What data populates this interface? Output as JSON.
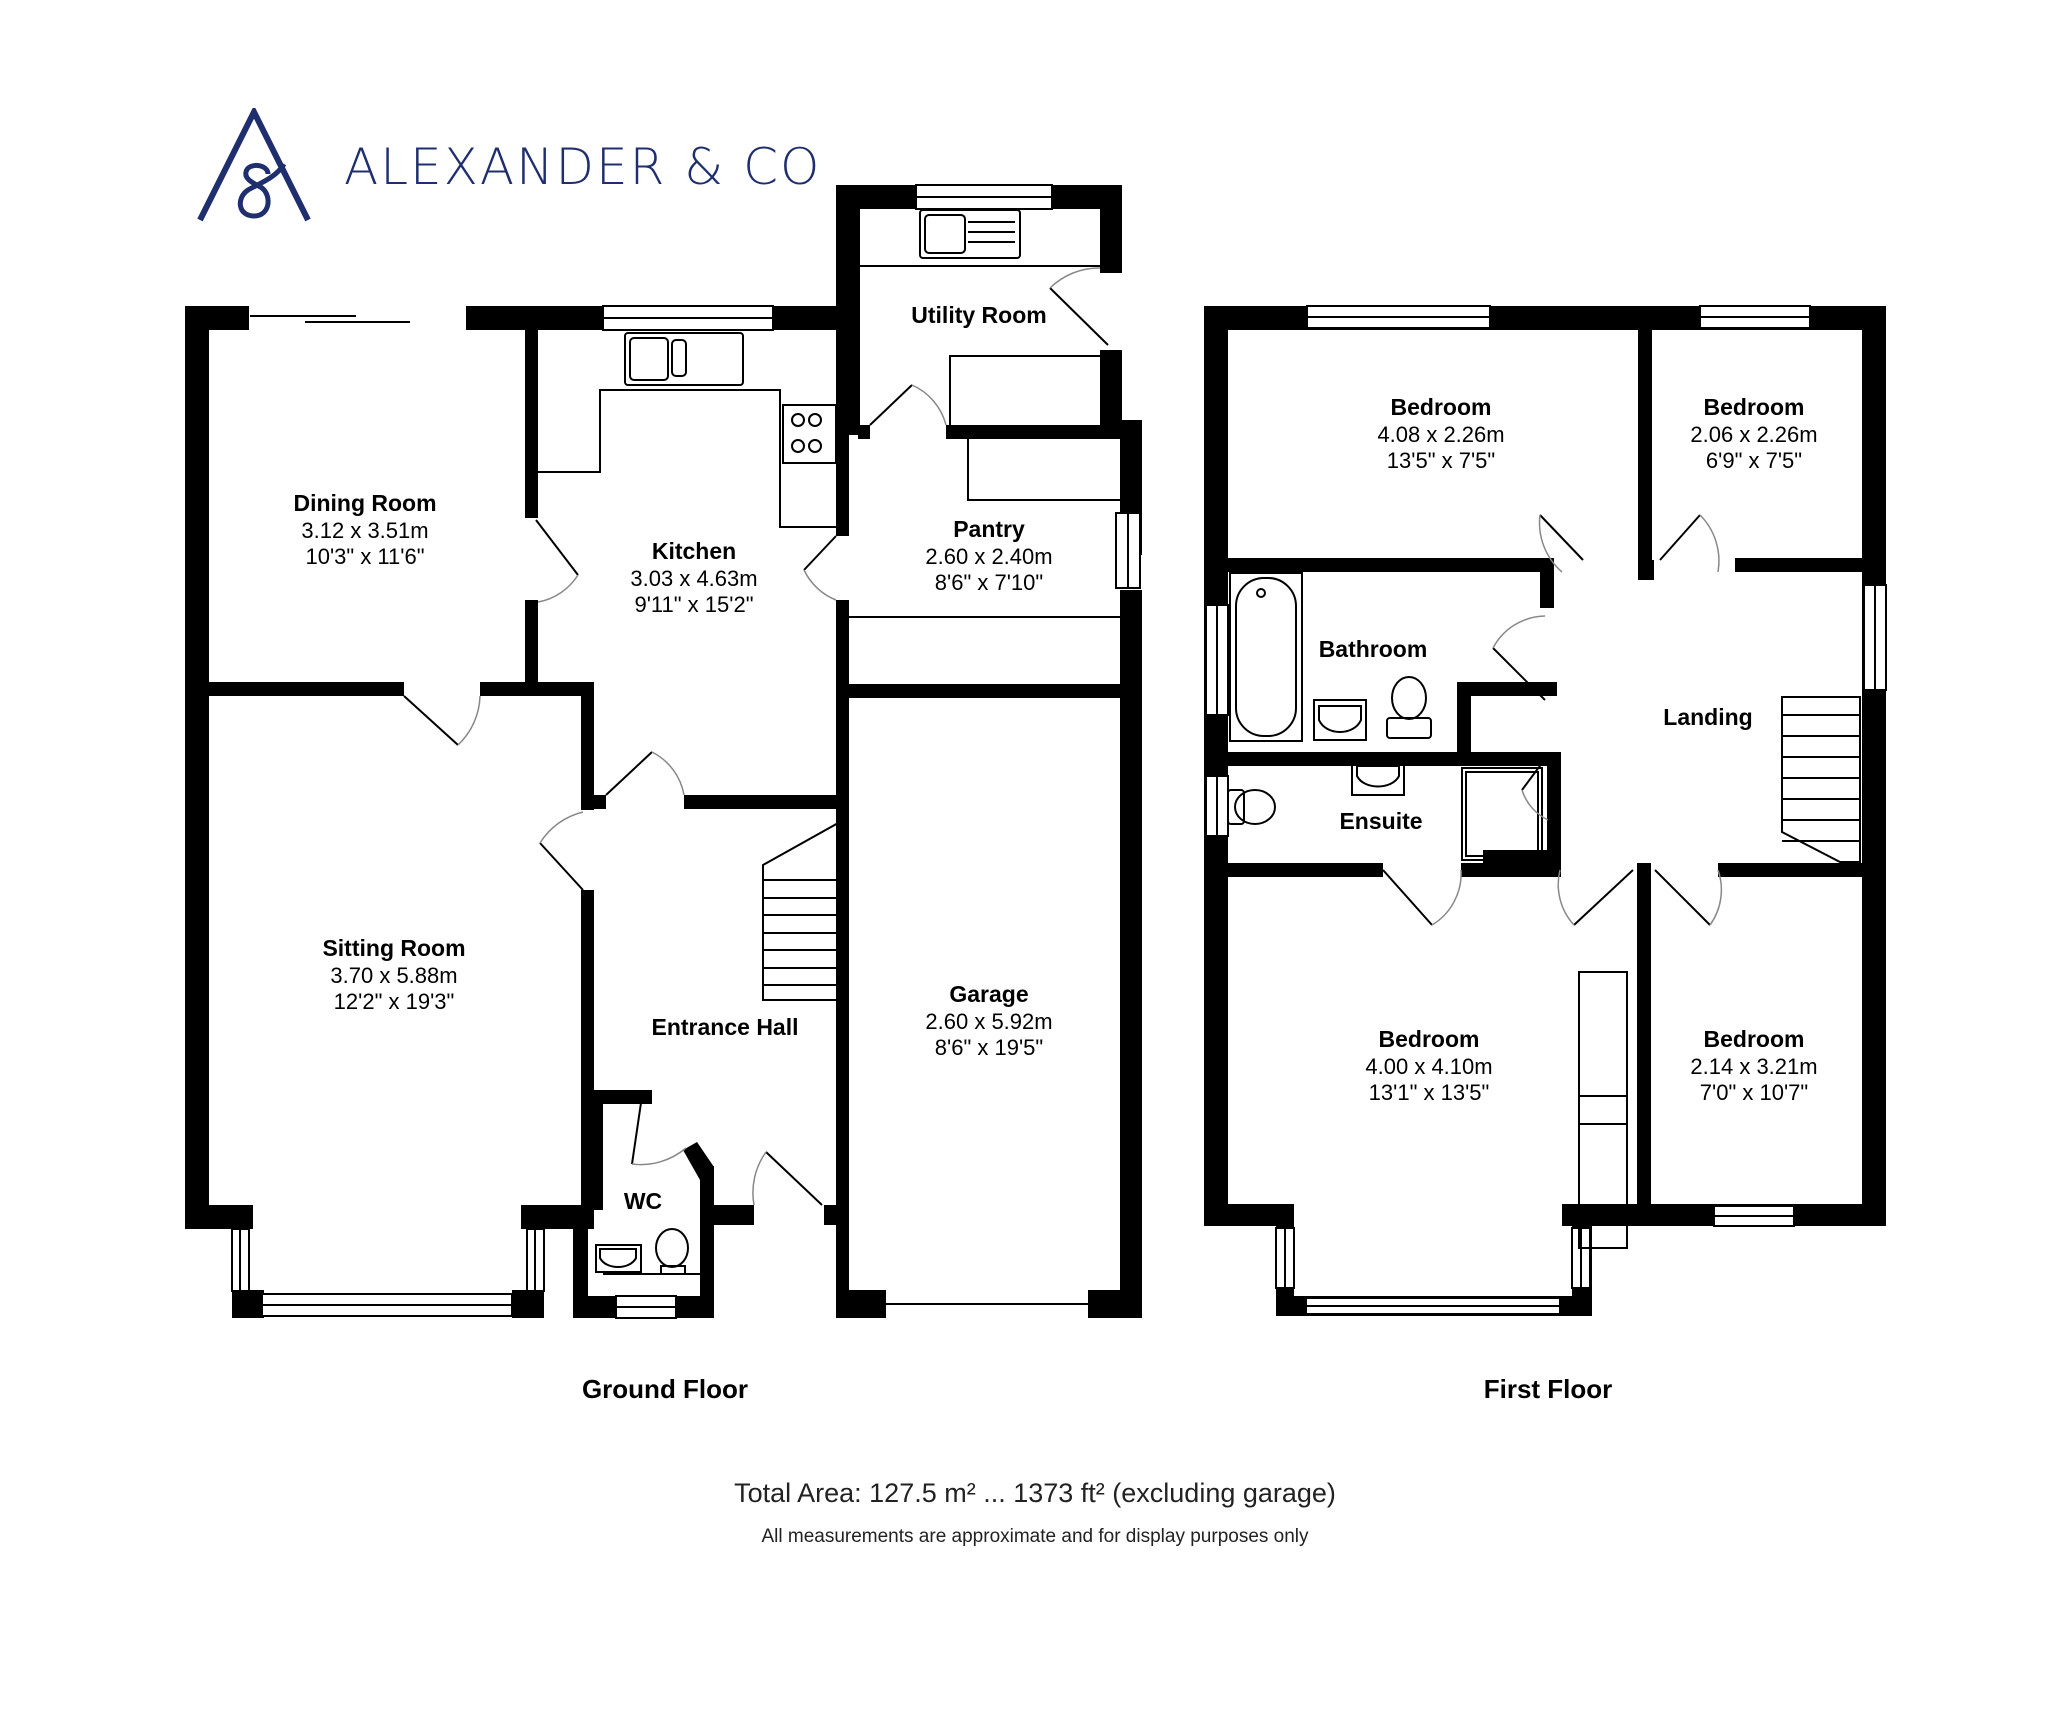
{
  "brand": {
    "name": "ALEXANDER & CO",
    "color": "#1f2f6e",
    "logo_icon": "a-ampersand-monogram-icon"
  },
  "floors": {
    "ground": {
      "title": "Ground Floor"
    },
    "first": {
      "title": "First Floor"
    }
  },
  "rooms": {
    "dining_room": {
      "name": "Dining Room",
      "metric": "3.12 x 3.51m",
      "imperial": "10'3\" x 11'6\""
    },
    "kitchen": {
      "name": "Kitchen",
      "metric": "3.03 x 4.63m",
      "imperial": "9'11\" x 15'2\""
    },
    "utility_room": {
      "name": "Utility Room"
    },
    "pantry": {
      "name": "Pantry",
      "metric": "2.60 x 2.40m",
      "imperial": "8'6\" x 7'10\""
    },
    "sitting_room": {
      "name": "Sitting Room",
      "metric": "3.70 x 5.88m",
      "imperial": "12'2\" x 19'3\""
    },
    "entrance_hall": {
      "name": "Entrance Hall"
    },
    "wc": {
      "name": "WC"
    },
    "garage": {
      "name": "Garage",
      "metric": "2.60 x 5.92m",
      "imperial": "8'6\" x 19'5\""
    },
    "bedroom_front_large": {
      "name": "Bedroom",
      "metric": "4.08 x 2.26m",
      "imperial": "13'5\" x 7'5\""
    },
    "bedroom_front_small": {
      "name": "Bedroom",
      "metric": "2.06 x 2.26m",
      "imperial": "6'9\" x 7'5\""
    },
    "bathroom": {
      "name": "Bathroom"
    },
    "landing": {
      "name": "Landing"
    },
    "ensuite": {
      "name": "Ensuite"
    },
    "bedroom_main": {
      "name": "Bedroom",
      "metric": "4.00 x 4.10m",
      "imperial": "13'1\" x 13'5\""
    },
    "bedroom_rear_small": {
      "name": "Bedroom",
      "metric": "2.14 x 3.21m",
      "imperial": "7'0\" x 10'7\""
    }
  },
  "footer": {
    "total_area": "Total Area: 127.5 m² ... 1373 ft² (excluding garage)",
    "disclaimer": "All measurements are approximate and for display purposes only"
  },
  "colors": {
    "walls": "#000000",
    "background": "#ffffff",
    "fixtures": "#000000"
  }
}
